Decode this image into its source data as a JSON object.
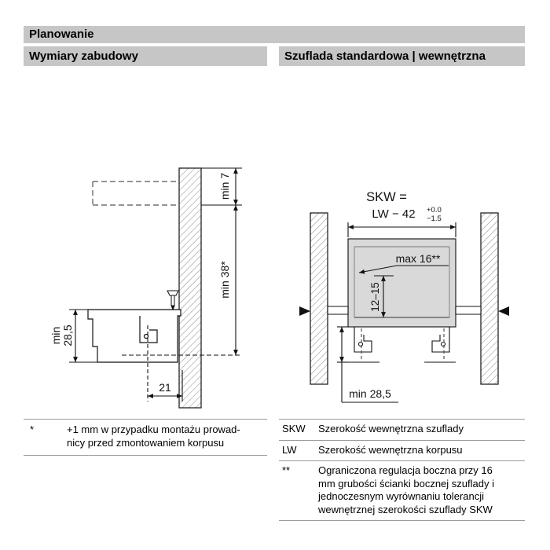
{
  "page": {
    "title": "Planowanie"
  },
  "left": {
    "title": "Wymiary zabudowy",
    "labels": {
      "min7": "min 7",
      "min38": "min 38*",
      "min285_word": "min",
      "min285_value": "28,5",
      "depth21": "21"
    },
    "footnote": {
      "marker": "*",
      "line1": "+1 mm w przypadku montażu prowad-",
      "line2": "nicy przed zmontowaniem korpusu"
    }
  },
  "right": {
    "title": "Szuflada standardowa | wewnętrzna",
    "labels": {
      "skw": "SKW =",
      "lw": "LW − 42",
      "tol_upper": "+0.0",
      "tol_lower": "−1.5",
      "max16": "max 16**",
      "range1215": "12–15",
      "min285": "min 28,5"
    },
    "legend": [
      {
        "term": "SKW",
        "def": "Szerokość wewnętrzna szuflady"
      },
      {
        "term": "LW",
        "def": "Szerokość wewnętrzna korpusu"
      },
      {
        "term": "**",
        "def": "Ograniczona regulacja boczna przy 16 mm grubości ścianki bocznej szuflady i jednoczesnym wyrównaniu tolerancji wewnętrznej szerokości szuflady SKW"
      }
    ]
  },
  "colors": {
    "header_bg": "#c6c6c6",
    "drawer_fill": "#d9d9d9",
    "line": "#111111",
    "divider": "#9b9b9b"
  }
}
